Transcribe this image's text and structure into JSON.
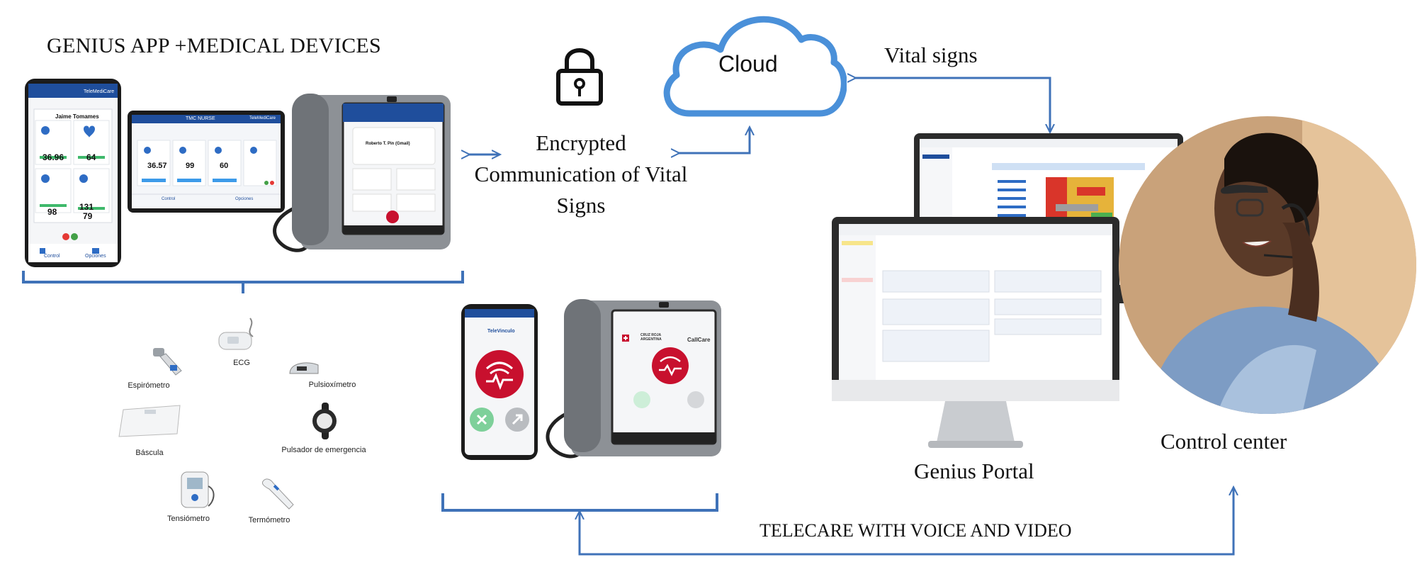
{
  "header": {
    "title": "GENIUS APP +MEDICAL DEVICES"
  },
  "cloud": {
    "label": "Cloud"
  },
  "encryption": {
    "label": "Encrypted Communication of Vital Signs"
  },
  "vital_signs": {
    "label": "Vital signs"
  },
  "portal": {
    "label": "Genius Portal"
  },
  "control_center": {
    "label": "Control center"
  },
  "telecare": {
    "label": "TELECARE WITH VOICE AND VIDEO"
  },
  "phone_app": {
    "brand": "TeleMediCare",
    "patient": "Jaime Tomames",
    "values": [
      "36.96",
      "64",
      "98",
      "131",
      "79"
    ],
    "nav": [
      "Control",
      "Opciones"
    ]
  },
  "tablet_app": {
    "title": "TMC NURSE",
    "brand": "TeleMediCare",
    "values": [
      "36.57",
      "99",
      "60"
    ],
    "tabs": [
      "Control",
      "Opciones"
    ]
  },
  "desk_phone": {
    "user": "Roberto T. Pin (Gmail)"
  },
  "devices": [
    "Espirómetro",
    "ECG",
    "Pulsioxímetro",
    "Báscula",
    "Pulsador de emergencia",
    "Tensiómetro",
    "Termómetro"
  ],
  "teleasistencia": {
    "app_name": "TeleVinculo",
    "org": "CRUZ ROJA ARGENTINA",
    "callcare": "CallCare"
  },
  "colors": {
    "accent": "#3f72b8",
    "cloud_stroke": "#4a90d9",
    "app_blue": "#1f4e9c",
    "alert_red": "#c8102e"
  }
}
